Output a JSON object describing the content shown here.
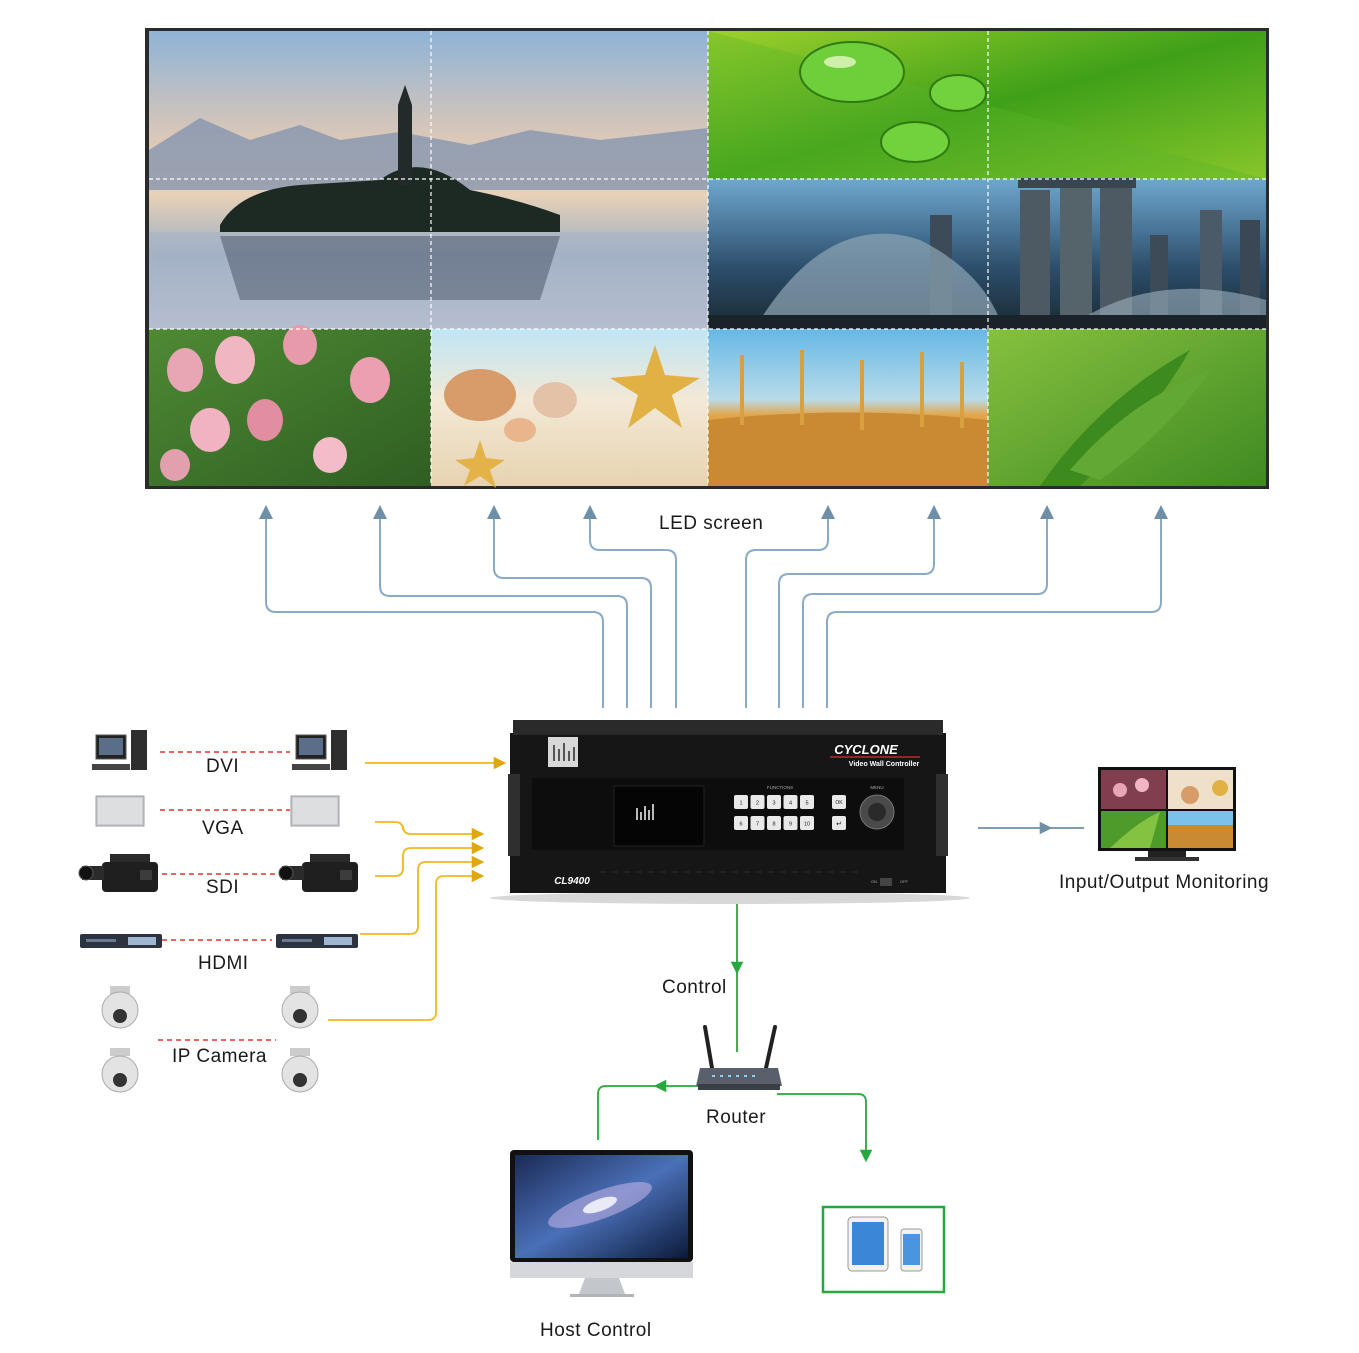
{
  "led_screen": {
    "label": "LED screen"
  },
  "controller": {
    "brand": "CYCLONE",
    "subtitle": "Video Wall Controller",
    "model": "CL9400",
    "functions_label": "FUNCTIONS",
    "menu_label": "MENU",
    "buttons": [
      "1",
      "2",
      "3",
      "4",
      "5",
      "6",
      "7",
      "8",
      "9",
      "10"
    ],
    "ok_label": "OK",
    "switch_on": "ON",
    "switch_off": "OFF"
  },
  "inputs": [
    {
      "label": "DVI",
      "icon": "desktop-computer-icon"
    },
    {
      "label": "VGA",
      "icon": "laptop-icon"
    },
    {
      "label": "SDI",
      "icon": "video-camera-icon"
    },
    {
      "label": "HDMI",
      "icon": "media-player-icon"
    },
    {
      "label": "IP Camera",
      "icon": "dome-camera-icon"
    }
  ],
  "control": {
    "label": "Control",
    "router_label": "Router",
    "host_label": "Host Control",
    "mobile_icons": [
      "tablet-icon",
      "smartphone-icon"
    ]
  },
  "monitoring": {
    "label": "Input/Output Monitoring"
  },
  "colors": {
    "input_lines": "#f0b81e",
    "output_lines": "#8aaac6",
    "control_lines": "#26a83c",
    "dashed_pairs": "#e0332a",
    "monitor_arrow": "#6f8fa8"
  }
}
